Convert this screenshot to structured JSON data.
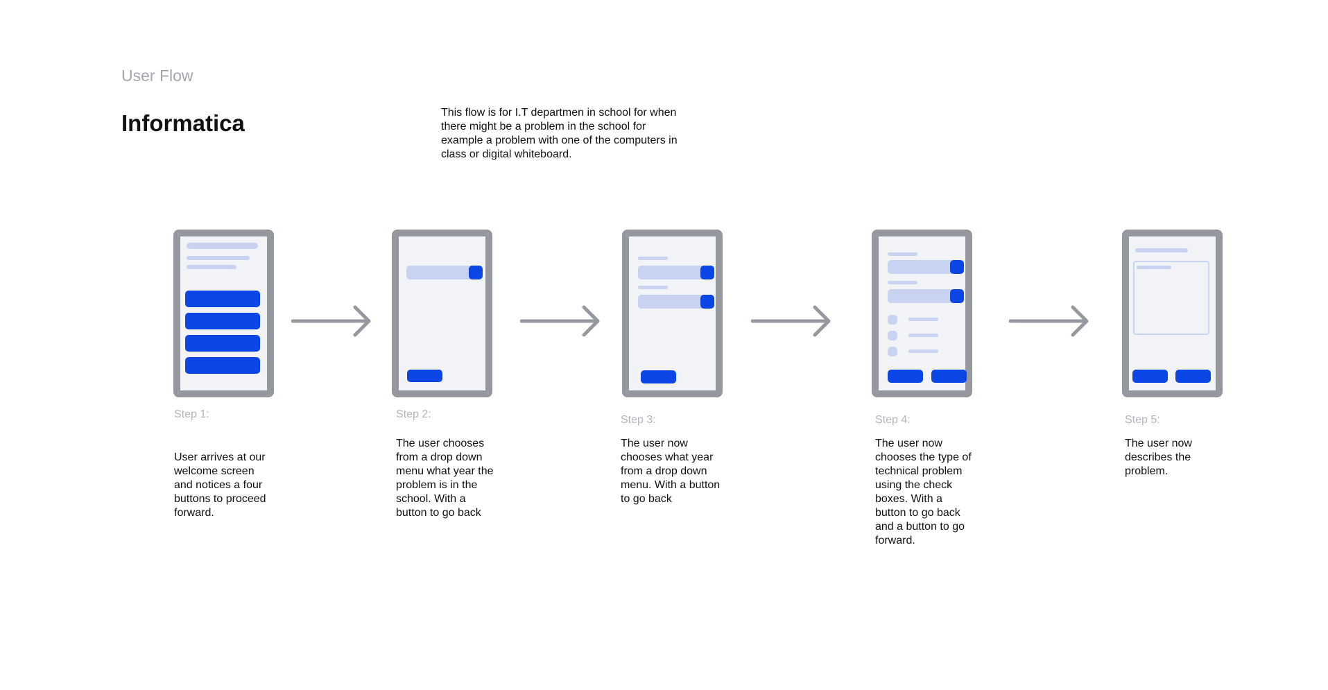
{
  "header": {
    "section_label": "User Flow",
    "title": "Informatica",
    "description": "This flow is for I.T departmen in school for when there might be a problem in the school for example a problem with one of the computers in class or digital whiteboard."
  },
  "colors": {
    "frame": "#96989f",
    "screen": "#f2f3f7",
    "placeholder": "#c7d3f0",
    "primary": "#0b45e6",
    "arrow": "#96989f",
    "step_label": "#b1b4bb"
  },
  "steps": [
    {
      "label": "Step 1:",
      "text": "User arrives at our welcome screen and notices a four buttons to proceed forward."
    },
    {
      "label": "Step 2:",
      "text": "The user chooses from a drop down menu what year the problem is in the school. With a button to go back"
    },
    {
      "label": "Step 3:",
      "text": "The user now chooses what year from a drop down menu. With a button to go back"
    },
    {
      "label": "Step 4:",
      "text": "The user now chooses the type of technical problem using the check boxes. With a button to go back and a button to go forward."
    },
    {
      "label": "Step 5:",
      "text": "The user now describes the problem."
    }
  ]
}
